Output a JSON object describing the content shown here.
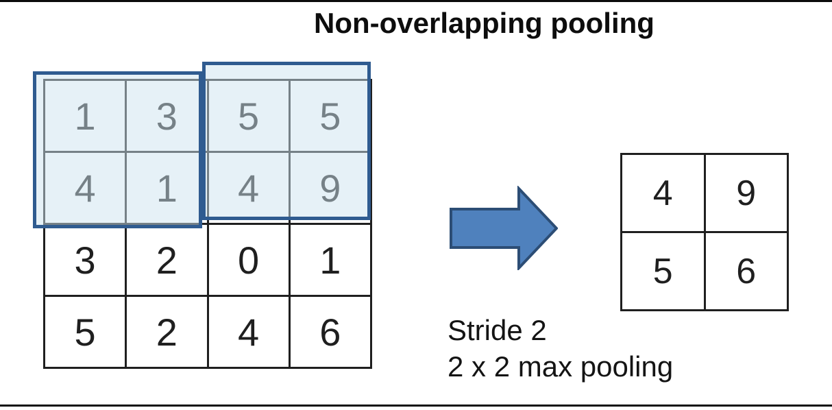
{
  "title": "Non-overlapping pooling",
  "input_grid": {
    "rows": [
      [
        "1",
        "3",
        "5",
        "5"
      ],
      [
        "4",
        "1",
        "4",
        "9"
      ],
      [
        "3",
        "2",
        "0",
        "1"
      ],
      [
        "5",
        "2",
        "4",
        "6"
      ]
    ]
  },
  "pooling_windows": {
    "count": 2,
    "covers_values": [
      [
        "1",
        "3",
        "4",
        "1"
      ],
      [
        "5",
        "5",
        "4",
        "9"
      ]
    ]
  },
  "output_grid": {
    "rows": [
      [
        "4",
        "9"
      ],
      [
        "5",
        "6"
      ]
    ]
  },
  "caption": {
    "line1": "Stride 2",
    "line2": "2 x 2 max pooling"
  },
  "icons": {
    "arrow": "right-arrow-icon"
  },
  "colors": {
    "highlight_border": "#2f5b90",
    "highlight_fill": "rgba(205,227,240,0.5)",
    "arrow_fill": "#4f81bd",
    "arrow_border": "#2c4d75",
    "grid_line": "#1f1f1f",
    "text": "#0d0d0d"
  }
}
